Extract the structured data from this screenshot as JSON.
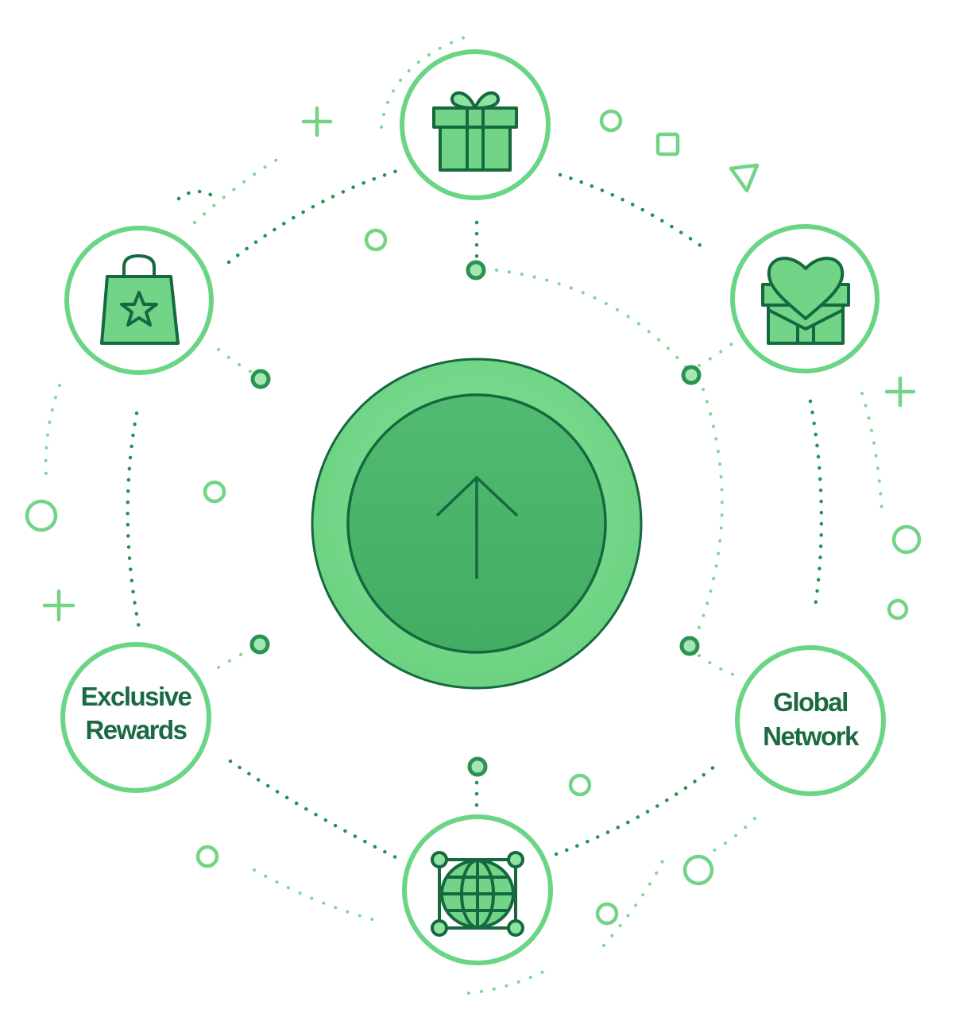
{
  "diagram": {
    "title": "",
    "colors": {
      "ring": "#6ad584",
      "dark": "#16683f",
      "icon_fill": "#72d487",
      "center_outer": "#7ee096",
      "center_inner": "#4cb86c",
      "dot_dark": "#229450",
      "dot_light": "#8adb9c"
    },
    "center": {
      "icon": "arrow-up-icon",
      "label": ""
    },
    "nodes": [
      {
        "id": "top",
        "icon": "gift-icon",
        "label": ""
      },
      {
        "id": "upper-left",
        "icon": "shopping-bag-star-icon",
        "label": ""
      },
      {
        "id": "upper-right",
        "icon": "heart-gift-icon",
        "label": ""
      },
      {
        "id": "lower-left",
        "icon": "",
        "label_line1": "Exclusive",
        "label_line2": "Rewards"
      },
      {
        "id": "lower-right",
        "icon": "",
        "label_line1": "Global",
        "label_line2": "Network"
      },
      {
        "id": "bottom",
        "icon": "globe-network-icon",
        "label": ""
      }
    ]
  }
}
